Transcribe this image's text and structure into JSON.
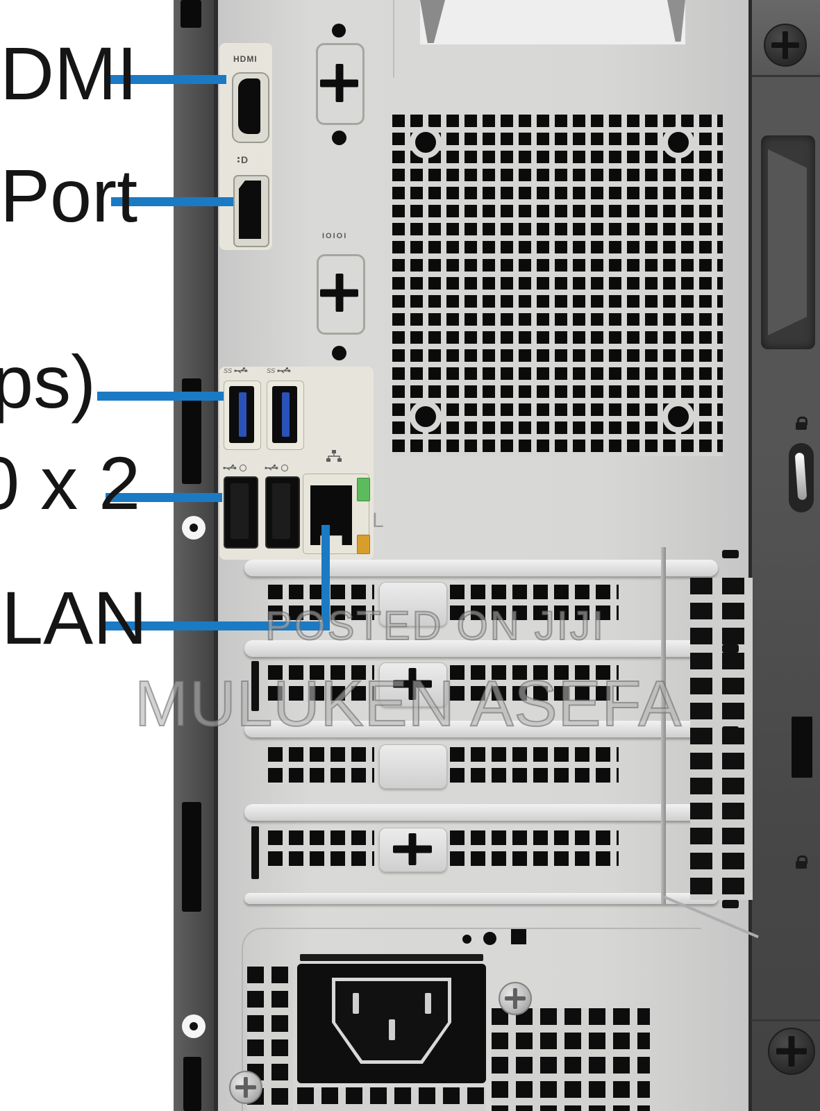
{
  "callouts": {
    "hdmi": {
      "label": "DMI"
    },
    "displayport": {
      "label": "Port"
    },
    "usb3": {
      "label": "ps)"
    },
    "usb2": {
      "label": "0 x 2"
    },
    "lan": {
      "label": "LAN"
    }
  },
  "port_markings": {
    "hdmi": "HDMI",
    "serial": "IOIOI",
    "usb3_speed": "SS",
    "chassis_letter": "L",
    "displayport_glyph": "D"
  },
  "watermark": {
    "line1": "POSTED ON JIJI",
    "line2": "MULUKEN ASEFA"
  },
  "colors": {
    "callout_blue": "#1b7ac4",
    "usb3_tongue_blue": "#2a52b8",
    "lan_led_green": "#5cbb5c",
    "lan_led_amber": "#d89e2a",
    "chassis_silver": "#d6d6d4",
    "chassis_dark_gray": "#4f4f4f",
    "vent_black": "#0b0b0b"
  },
  "icons": {
    "usb3": "usb-superspeed-trident",
    "usb2": "usb-trident-with-power-circle",
    "ethernet": "network-nodes",
    "lock": "padlock",
    "screw": "phillips-screw",
    "knockout": "plus-cross"
  }
}
